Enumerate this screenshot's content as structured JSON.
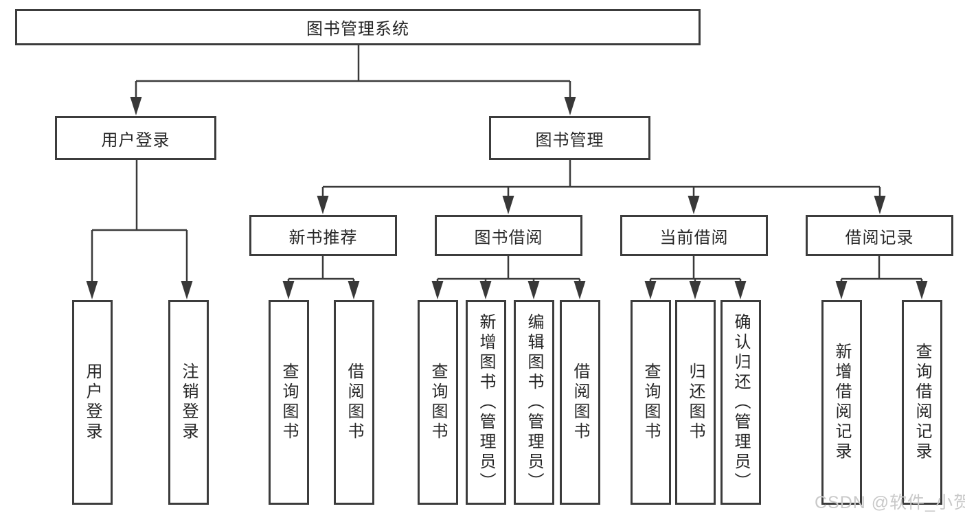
{
  "tree": {
    "label": "图书管理系统",
    "children": [
      {
        "label": "用户登录",
        "children": [
          {
            "label": "用户登录"
          },
          {
            "label": "注销登录"
          }
        ]
      },
      {
        "label": "图书管理",
        "children": [
          {
            "label": "新书推荐",
            "children": [
              {
                "label": "查询图书"
              },
              {
                "label": "借阅图书"
              }
            ]
          },
          {
            "label": "图书借阅",
            "children": [
              {
                "label": "查询图书"
              },
              {
                "label": "新增图书（管理员）"
              },
              {
                "label": "编辑图书（管理员）"
              },
              {
                "label": "借阅图书"
              }
            ]
          },
          {
            "label": "当前借阅",
            "children": [
              {
                "label": "查询图书"
              },
              {
                "label": "归还图书"
              },
              {
                "label": "确认归还（管理员）"
              }
            ]
          },
          {
            "label": "借阅记录",
            "children": [
              {
                "label": "新增借阅记录"
              },
              {
                "label": "查询借阅记录"
              }
            ]
          }
        ]
      }
    ]
  },
  "watermark": "CSDN @软件_小贺同学",
  "colors": {
    "background": "#ffffff",
    "box_border": "#3c3c3c",
    "connector": "#3a3a3a",
    "text": "#262626",
    "watermark": "#c9c9c9"
  }
}
